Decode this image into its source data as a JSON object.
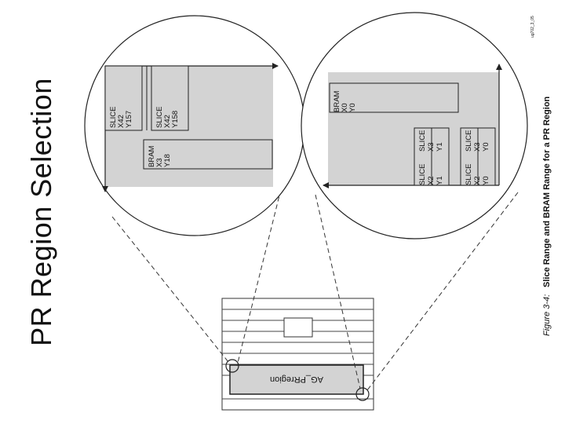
{
  "slide": {
    "title": "PR Region Selection"
  },
  "figure": {
    "id": "ug702_3_05",
    "caption_number": "Figure 3-4:",
    "caption_text": "Slice Range and BRAM Range for a PR Region",
    "region_name": "AG_PRregion",
    "left_zoom": {
      "slice_a": [
        "SLICE",
        "X42",
        "Y157"
      ],
      "slice_b": [
        "SLICE",
        "X42",
        "Y158"
      ],
      "bram": [
        "BRAM",
        "X3",
        "Y18"
      ]
    },
    "right_zoom": {
      "bram": [
        "BRAM",
        "X0",
        "Y0"
      ],
      "slice_x3y1": [
        "SLICE",
        "X3",
        "Y1"
      ],
      "slice_x2y1": [
        "SLICE",
        "X2",
        "Y1"
      ],
      "slice_x3y0": [
        "SLICE",
        "X3",
        "Y0"
      ],
      "slice_x2y0": [
        "SLICE",
        "X2",
        "Y0"
      ]
    }
  },
  "colors": {
    "fill_gray": "#d3d3d3",
    "stroke": "#222222",
    "background": "#ffffff"
  }
}
